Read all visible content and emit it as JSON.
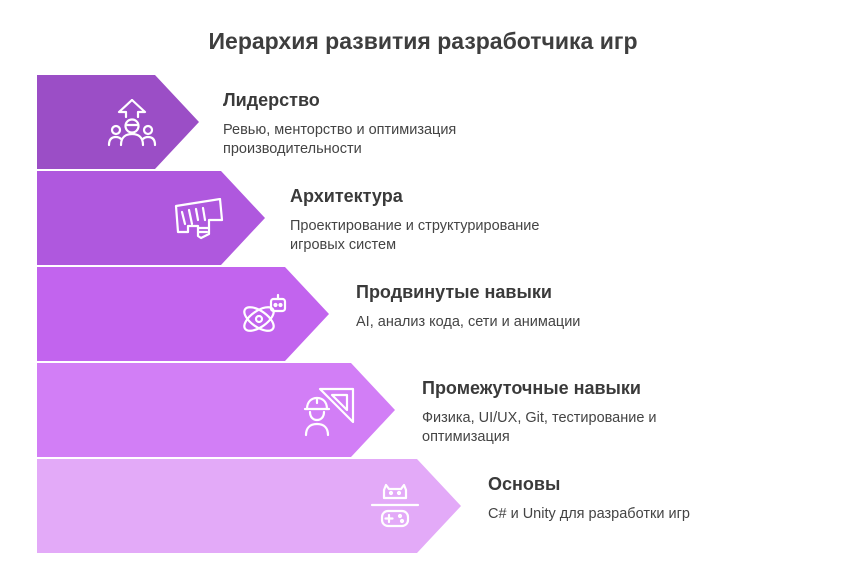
{
  "title": "Иерархия развития разработчика игр",
  "colors": {
    "tier1": "#9b4ec6",
    "tier2": "#af58de",
    "tier3": "#c264ee",
    "tier4": "#d27ef6",
    "tier5": "#e3aaf8",
    "icon": "#ffffff"
  },
  "tiers": [
    {
      "name": "Лидерство",
      "description": "Ревью, менторство и оптимизация производительности",
      "icon": "team-leader-icon"
    },
    {
      "name": "Архитектура",
      "description": "Проектирование и структурирование игровых систем",
      "icon": "architecture-plan-icon"
    },
    {
      "name": "Продвинутые навыки",
      "description": "AI, анализ кода, сети и анимации",
      "icon": "ai-robot-icon"
    },
    {
      "name": "Промежуточные навыки",
      "description": "Физика, UI/UX, Git, тестирование и оптимизация",
      "icon": "engineer-tools-icon"
    },
    {
      "name": "Основы",
      "description": "C# и Unity для разработки игр",
      "icon": "gamepad-icon"
    }
  ]
}
